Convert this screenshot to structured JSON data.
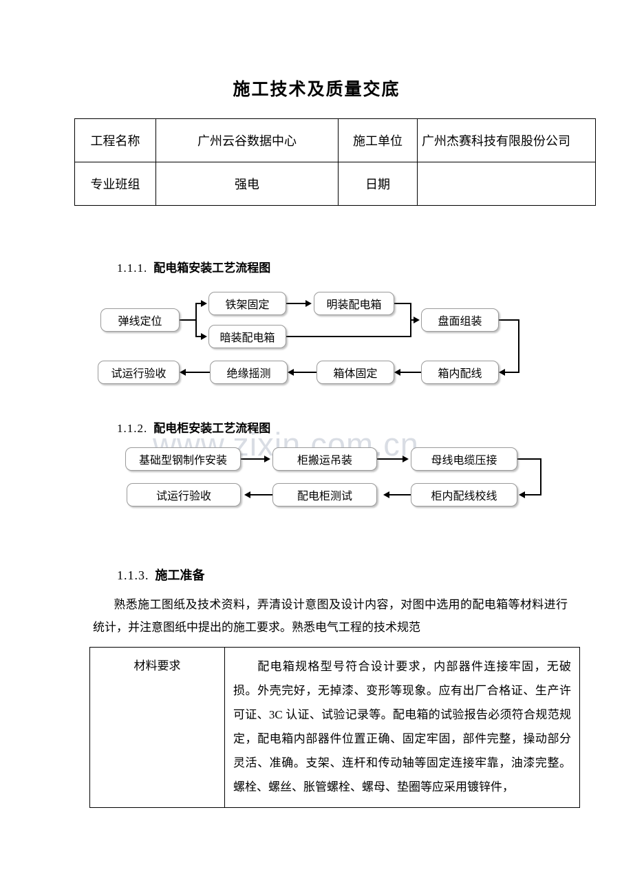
{
  "document": {
    "title": "施工技术及质量交底"
  },
  "header_table": {
    "rows": [
      {
        "label": "工程名称",
        "value": "广州云谷数据中心",
        "label2": "施工单位",
        "value2": "广州杰赛科技有限股份公司"
      },
      {
        "label": "专业班组",
        "value": "强电",
        "label2": "日期",
        "value2": ""
      }
    ]
  },
  "sections": [
    {
      "number": "1.1.1.",
      "title": "配电箱安装工艺流程图"
    },
    {
      "number": "1.1.2.",
      "title": "配电柜安装工艺流程图"
    },
    {
      "number": "1.1.3.",
      "title": "施工准备"
    }
  ],
  "flowchart1": {
    "nodes": [
      {
        "id": "n1",
        "label": "弹线定位"
      },
      {
        "id": "n2",
        "label": "铁架固定"
      },
      {
        "id": "n3",
        "label": "暗装配电箱"
      },
      {
        "id": "n4",
        "label": "明装配电箱"
      },
      {
        "id": "n5",
        "label": "盘面组装"
      },
      {
        "id": "n6",
        "label": "箱内配线"
      },
      {
        "id": "n7",
        "label": "箱体固定"
      },
      {
        "id": "n8",
        "label": "绝缘摇测"
      },
      {
        "id": "n9",
        "label": "试运行验收"
      }
    ]
  },
  "flowchart2": {
    "nodes": [
      {
        "id": "m1",
        "label": "基础型钢制作安装"
      },
      {
        "id": "m2",
        "label": "柜搬运吊装"
      },
      {
        "id": "m3",
        "label": "母线电缆压接"
      },
      {
        "id": "m4",
        "label": "柜内配线校线"
      },
      {
        "id": "m5",
        "label": "配电柜测试"
      },
      {
        "id": "m6",
        "label": "试运行验收"
      }
    ]
  },
  "watermark": {
    "text": "www.zixin.com.cn"
  },
  "preparation": {
    "line1": "熟悉施工图纸及技术资料，弄清设计意图及设计内容，对图中选用的配电箱",
    "line2": "等材料进行统计，并注意图纸中提出的施工要求。熟悉电气工程的技术规范"
  },
  "material_table": {
    "label": "材料要求",
    "body": "配电箱规格型号符合设计要求，内部器件连接牢固，无破损。外壳完好，无掉漆、变形等现象。应有出厂合格证、生产许可证、3C 认证、试验记录等。配电箱的试验报告必须符合规范规定，配电箱内部器件位置正确、固定牢固，部件完整，操动部分灵活、准确。支架、连杆和传动轴等固定连接牢靠，油漆完整。螺栓、螺丝、胀管螺栓、螺母、垫圈等应采用镀锌件，"
  }
}
